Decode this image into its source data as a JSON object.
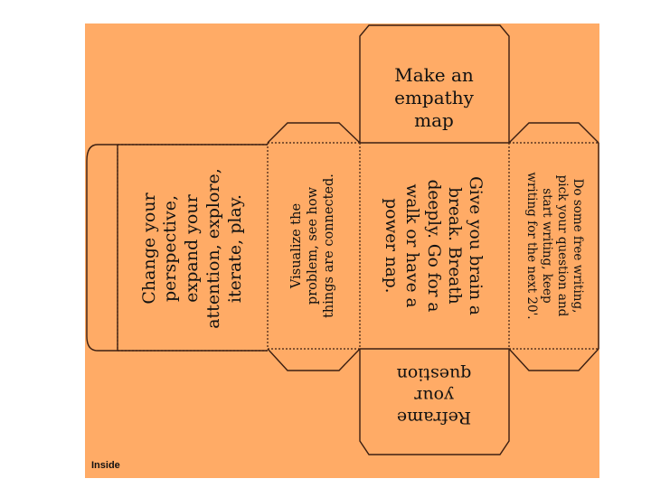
{
  "background_color": "#ffab66",
  "outline_color": "#3b1f12",
  "panels": {
    "top": "Make an\nempathy\nmap",
    "left": "Change your\nperspective,\nexpand your\nattention, explore,\niterate, play.",
    "center_left": "Visualize the\nproblem, see how\nthings are connected.",
    "center": "Give you brain a\nbreak. Breath\ndeeply. Go for a\nwalk or have a\npower nap.",
    "right": "Do some free writing,\npick your question and\nstart writing, keep\nwriting for the next 20'.",
    "bottom": "Reframe\nyour\nquestion"
  },
  "footer": {
    "label": "Inside"
  }
}
